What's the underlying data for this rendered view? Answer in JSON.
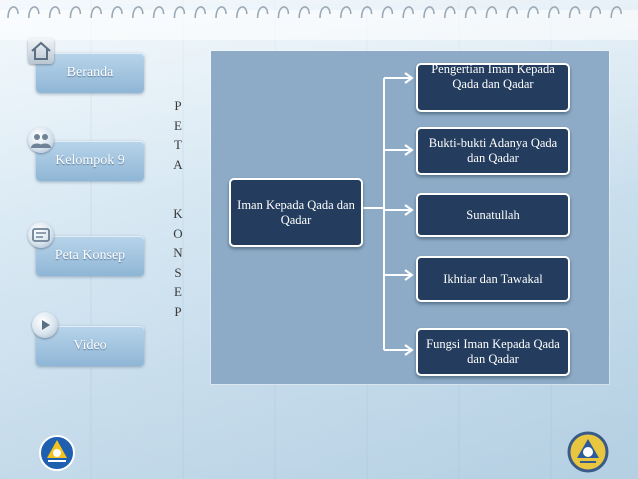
{
  "nav": {
    "items": [
      {
        "label": "Beranda",
        "icon": "home-icon"
      },
      {
        "label": "Kelompok  9",
        "icon": "group-icon"
      },
      {
        "label": "Peta  Konsep",
        "icon": "map-icon"
      },
      {
        "label": "Video",
        "icon": "play-icon"
      }
    ]
  },
  "vertical_label": {
    "word1": [
      "P",
      "E",
      "T",
      "A"
    ],
    "word2": [
      "K",
      "O",
      "N",
      "S",
      "E",
      "P"
    ]
  },
  "concept_map": {
    "root": "Iman  Kepada Qada  dan Qadar",
    "children": [
      "Pengertian  Iman Kepada  Qada  dan Qadar",
      "Bukti-bukti  Adanya Qada  dan  Qadar",
      "Sunatullah",
      "Ikhtiar  dan  Tawakal",
      "Fungsi  Iman  Kepada Qada  dan  Qadar"
    ]
  },
  "colors": {
    "node_fill": "#243d5e",
    "panel": "#8dabc7",
    "nav_button": "#a3c4df"
  }
}
